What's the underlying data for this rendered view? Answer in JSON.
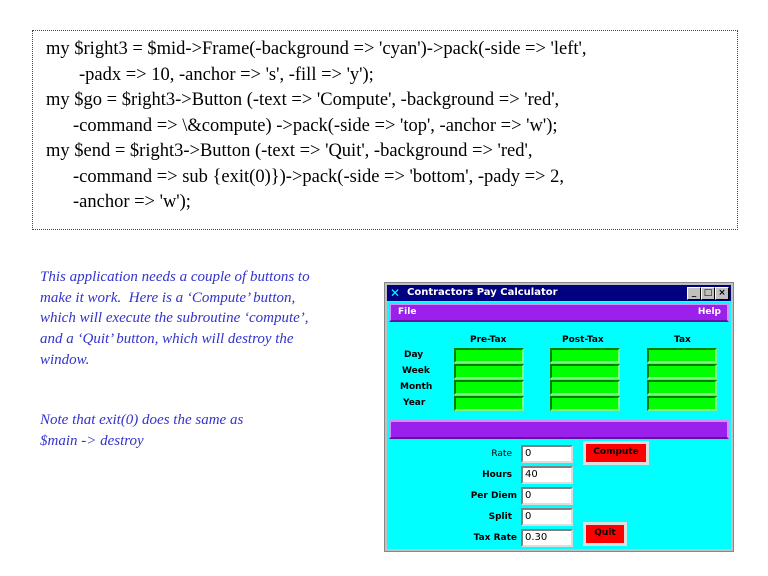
{
  "code_lines": [
    "my $right3 = $mid->Frame(-background => 'cyan')->pack(-side => 'left',",
    "-padx => 10, -anchor => 's', -fill => 'y');",
    "my $go = $right3->Button (-text => 'Compute', -background => 'red',",
    "-command => \\&compute) ->pack(-side => 'top', -anchor => 'w');",
    "my $end = $right3->Button (-text => 'Quit', -background => 'red',",
    "-command => sub {exit(0)})->pack(-side => 'bottom', -pady => 2,",
    "-anchor => 'w');"
  ],
  "notes": [
    "This application needs a couple of buttons to",
    "make it work.  Here is a ‘Compute’ button,",
    "which will execute the subroutine ‘compute’,",
    "and a ‘Quit’ button, which will destroy the",
    "window.",
    "Note that exit(0) does the same as",
    "$main -> destroy"
  ],
  "window": {
    "title": "Contractors Pay Calculator",
    "menu_file": "File",
    "menu_help": "Help",
    "columns": [
      "Pre-Tax",
      "Post-Tax",
      "Tax"
    ],
    "rows": [
      "Day",
      "Week",
      "Month",
      "Year"
    ],
    "fields": [
      {
        "label": "Rate",
        "value": "0"
      },
      {
        "label": "Hours",
        "value": "40"
      },
      {
        "label": "Per Diem",
        "value": "0"
      },
      {
        "label": "Split",
        "value": "0"
      },
      {
        "label": "Tax Rate",
        "value": "0.30"
      }
    ],
    "compute_label": "Compute",
    "quit_label": "Quit"
  }
}
